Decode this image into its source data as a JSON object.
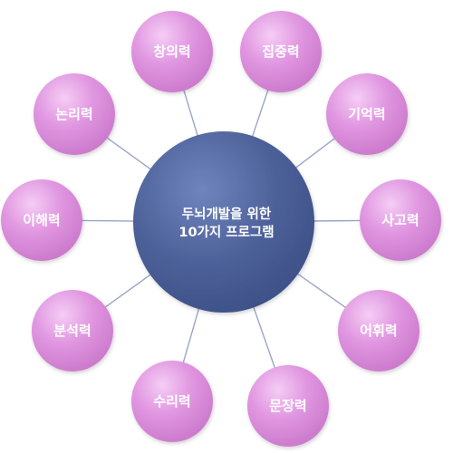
{
  "center": {
    "lines": [
      "두뇌개발을 위한",
      "10가지 프로그램"
    ]
  },
  "nodes": [
    {
      "label": "창의력"
    },
    {
      "label": "집중력"
    },
    {
      "label": "기억력"
    },
    {
      "label": "사고력"
    },
    {
      "label": "어휘력"
    },
    {
      "label": "문장력"
    },
    {
      "label": "수리력"
    },
    {
      "label": "분석력"
    },
    {
      "label": "이해력"
    },
    {
      "label": "논리력"
    }
  ],
  "colors": {
    "center_fill": "#4a5d96",
    "center_highlight": "#6a7fb8",
    "node_fill": "#d98ad9",
    "node_highlight": "#f3c6f3",
    "connector": "#9aa6c8"
  }
}
